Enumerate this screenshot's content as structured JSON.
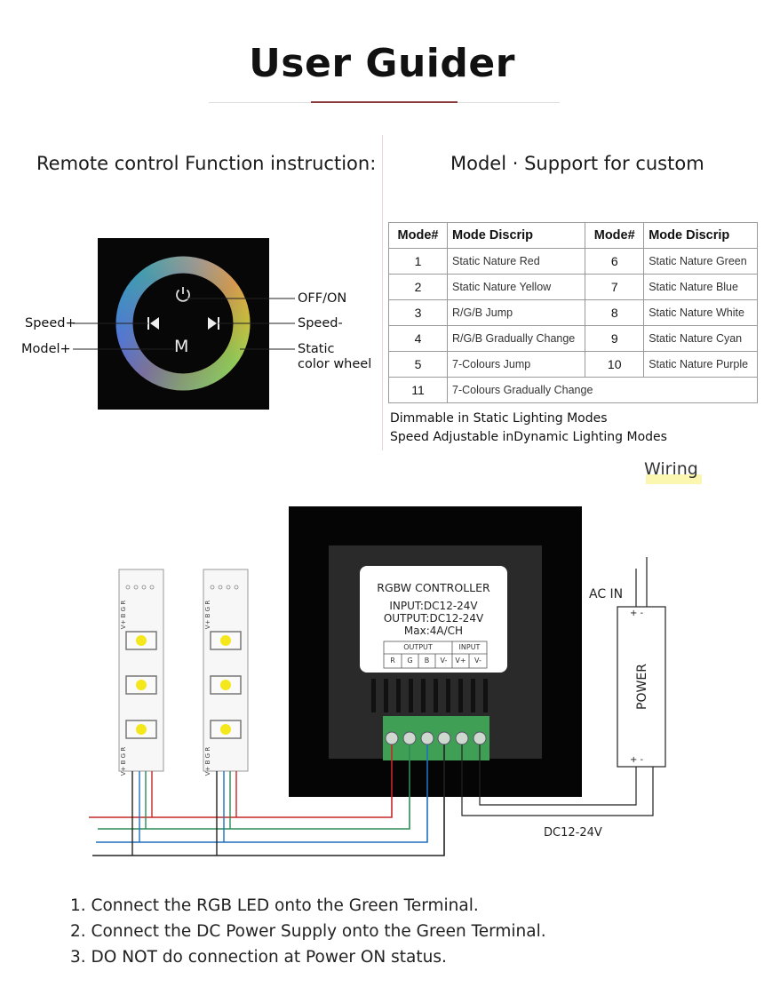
{
  "page": {
    "title": "User Guider",
    "left_heading": "Remote control Function instruction:",
    "right_heading": "Model · Support for custom",
    "wiring_label": "Wiring"
  },
  "remote": {
    "labels": {
      "off_on": "OFF/ON",
      "speed_plus": "Speed+",
      "speed_minus": "Speed-",
      "model_plus": "Model+",
      "static_line1": "Static",
      "static_line2": "color wheel"
    },
    "m_button": "M",
    "icons": [
      "power-icon",
      "speed-up-icon",
      "speed-down-icon"
    ]
  },
  "mode_table": {
    "headers": [
      "Mode#",
      "Mode Discrip",
      "Mode#",
      "Mode Discrip"
    ],
    "rows": [
      [
        "1",
        "Static Nature Red",
        "6",
        "Static Nature Green"
      ],
      [
        "2",
        "Static Nature Yellow",
        "7",
        "Static Nature Blue"
      ],
      [
        "3",
        "R/G/B Jump",
        "8",
        "Static Nature White"
      ],
      [
        "4",
        "R/G/B Gradually Change",
        "9",
        "Static Nature Cyan"
      ],
      [
        "5",
        "7-Colours Jump",
        "10",
        "Static Nature Purple"
      ]
    ],
    "last_row": [
      "11",
      "7-Colours Gradually Change"
    ]
  },
  "notes": {
    "line1": "Dimmable in Static Lighting Modes",
    "line2": "Speed Adjustable inDynamic Lighting Modes"
  },
  "wiring": {
    "controller_title": "RGBW CONTROLLER",
    "input": "INPUT:DC12-24V",
    "output": "OUTPUT:DC12-24V",
    "max": "Max:4A/CH",
    "output_group": "OUTPUT",
    "input_group": "INPUT",
    "terminal_labels": [
      "R",
      "G",
      "B",
      "V-",
      "V+",
      "V-"
    ],
    "ac_in": "AC IN",
    "power": "POWER",
    "psu_top_terminals": "+ -",
    "psu_bottom_terminals": "+ -",
    "dc_label": "DC12-24V",
    "strip_top_pins": "V+ B G R",
    "strip_bottom_pins": "V+ B G R",
    "wire_colors": {
      "red": "#c62828",
      "green": "#2e8b57",
      "blue": "#1e6fc0",
      "black": "#222222"
    }
  },
  "instructions": [
    "1. Connect the RGB LED onto the Green Terminal.",
    "2. Connect the DC Power Supply onto the Green Terminal.",
    "3. DO NOT do connection at Power ON status."
  ]
}
